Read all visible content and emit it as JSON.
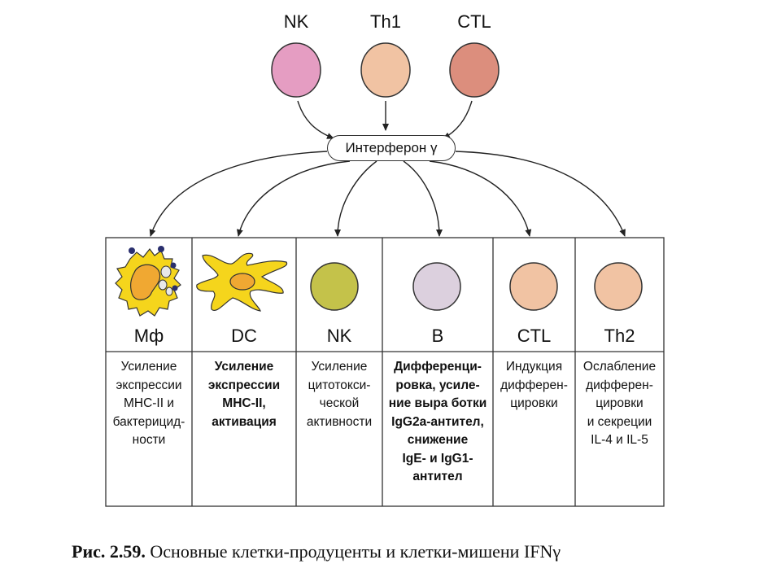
{
  "producers": [
    {
      "label": "NK",
      "color": "#e59dc2"
    },
    {
      "label": "Th1",
      "color": "#f1c3a3"
    },
    {
      "label": "CTL",
      "color": "#dc8e7d"
    }
  ],
  "cytokine": {
    "label": "Интерферон γ"
  },
  "targets": [
    {
      "name": "Мф",
      "icon": "macrophage-icon",
      "color": "#f5d51c",
      "effect": "Усиление\nэкспрессии\nМНС-II и\nбактерицид-\nности"
    },
    {
      "name": "DC",
      "icon": "dendritic-cell-icon",
      "color": "#f5d51c",
      "effect": "Усиление\nэкспрессии\nМНС-II,\nактивация"
    },
    {
      "name": "NK",
      "icon": "nk-cell-icon",
      "color": "#c4c24a",
      "effect": "Усиление\nцитотокси-\nческой\nактивности"
    },
    {
      "name": "B",
      "icon": "b-cell-icon",
      "color": "#dcd0de",
      "effect": "Дифференци-\nровка, усиле-\nние выра ботки\nIgG2a-антител,\nснижение\nIgE- и IgG1-\nантител"
    },
    {
      "name": "CTL",
      "icon": "ctl-cell-icon",
      "color": "#f1c3a3",
      "effect": "Индукция\nдифферен-\nцировки"
    },
    {
      "name": "Th2",
      "icon": "th2-cell-icon",
      "color": "#f1c3a3",
      "effect": "Ослабление\nдифферен-\nцировки\nи секреции\nIL-4 и IL-5"
    }
  ],
  "caption": {
    "prefix": "Рис. 2.59.",
    "text": "Основные клетки-продуценты и клетки-мишени IFNγ"
  }
}
